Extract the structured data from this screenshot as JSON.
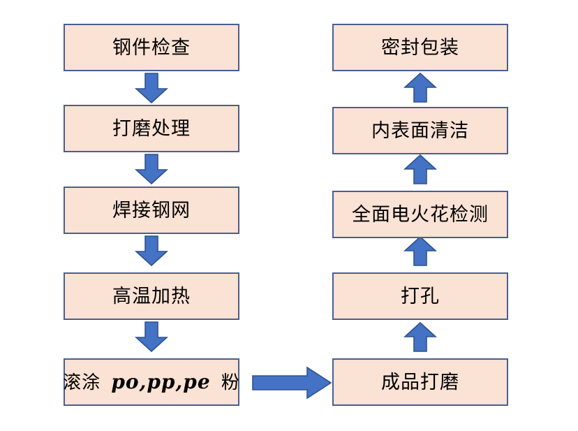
{
  "diagram": {
    "title": "",
    "type": "process-flowchart",
    "colors": {
      "node_fill": "#FAE2D5",
      "node_border": "#4A5E92",
      "arrow_fill": "#4472C4",
      "arrow_stroke": "#2F528F",
      "background": "#FFFFFF",
      "text": "#000000"
    },
    "left_column": [
      {
        "id": "steel-inspection",
        "label": "钢件检查"
      },
      {
        "id": "grinding-treatment",
        "label": "打磨处理"
      },
      {
        "id": "weld-steel-mesh",
        "label": "焊接钢网"
      },
      {
        "id": "high-temp-heating",
        "label": "高温加热"
      }
    ],
    "roll_coating": {
      "id": "roll-coating-powder",
      "prefix": "滚涂",
      "materials": "po,pp,pe",
      "suffix": "粉",
      "full_label": "滚涂 po,pp,pe 粉"
    },
    "right_column": [
      {
        "id": "finished-grinding",
        "label": "成品打磨"
      },
      {
        "id": "drilling",
        "label": "打孔"
      },
      {
        "id": "full-spark-detection",
        "label": "全面电火花检测"
      },
      {
        "id": "inner-surface-cleaning",
        "label": "内表面清洁"
      },
      {
        "id": "sealed-packaging",
        "label": "密封包装"
      }
    ],
    "connectors": [
      {
        "id": "arrow-down-1",
        "direction": "down",
        "from": "钢件检查",
        "to": "打磨处理"
      },
      {
        "id": "arrow-down-2",
        "direction": "down",
        "from": "打磨处理",
        "to": "焊接钢网"
      },
      {
        "id": "arrow-down-3",
        "direction": "down",
        "from": "焊接钢网",
        "to": "高温加热"
      },
      {
        "id": "arrow-down-4",
        "direction": "down",
        "from": "高温加热",
        "to": "滚涂 po,pp,pe 粉"
      },
      {
        "id": "arrow-right-1",
        "direction": "right",
        "from": "滚涂 po,pp,pe 粉",
        "to": "成品打磨"
      },
      {
        "id": "arrow-up-1",
        "direction": "up",
        "from": "成品打磨",
        "to": "打孔"
      },
      {
        "id": "arrow-up-2",
        "direction": "up",
        "from": "打孔",
        "to": "全面电火花检测"
      },
      {
        "id": "arrow-up-3",
        "direction": "up",
        "from": "全面电火花检测",
        "to": "内表面清洁"
      },
      {
        "id": "arrow-up-4",
        "direction": "up",
        "from": "内表面清洁",
        "to": "密封包装"
      }
    ]
  }
}
